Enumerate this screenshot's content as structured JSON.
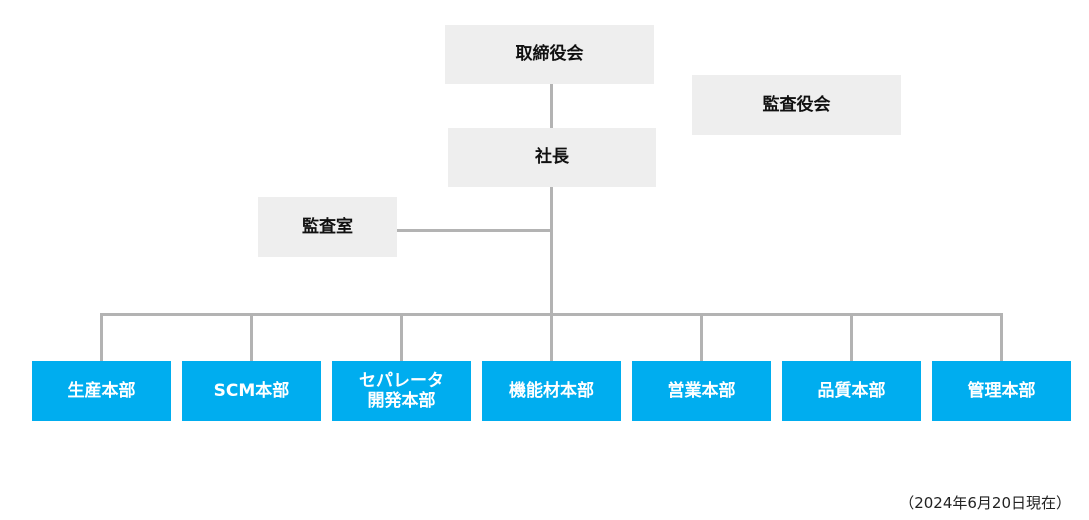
{
  "org_chart": {
    "board": "取締役会",
    "auditors": "監査役会",
    "president": "社長",
    "audit_office": "監査室",
    "divisions": [
      {
        "label_line1": "生産本部",
        "label_line2": ""
      },
      {
        "label_line1": "SCM本部",
        "label_line2": ""
      },
      {
        "label_line1": "セパレータ",
        "label_line2": "開発本部"
      },
      {
        "label_line1": "機能材本部",
        "label_line2": ""
      },
      {
        "label_line1": "営業本部",
        "label_line2": ""
      },
      {
        "label_line1": "品質本部",
        "label_line2": ""
      },
      {
        "label_line1": "管理本部",
        "label_line2": ""
      }
    ],
    "as_of": "（2024年6月20日現在）"
  },
  "colors": {
    "top_box": "#eeeeee",
    "division_box": "#00adef",
    "connector": "#b3b3b3"
  }
}
